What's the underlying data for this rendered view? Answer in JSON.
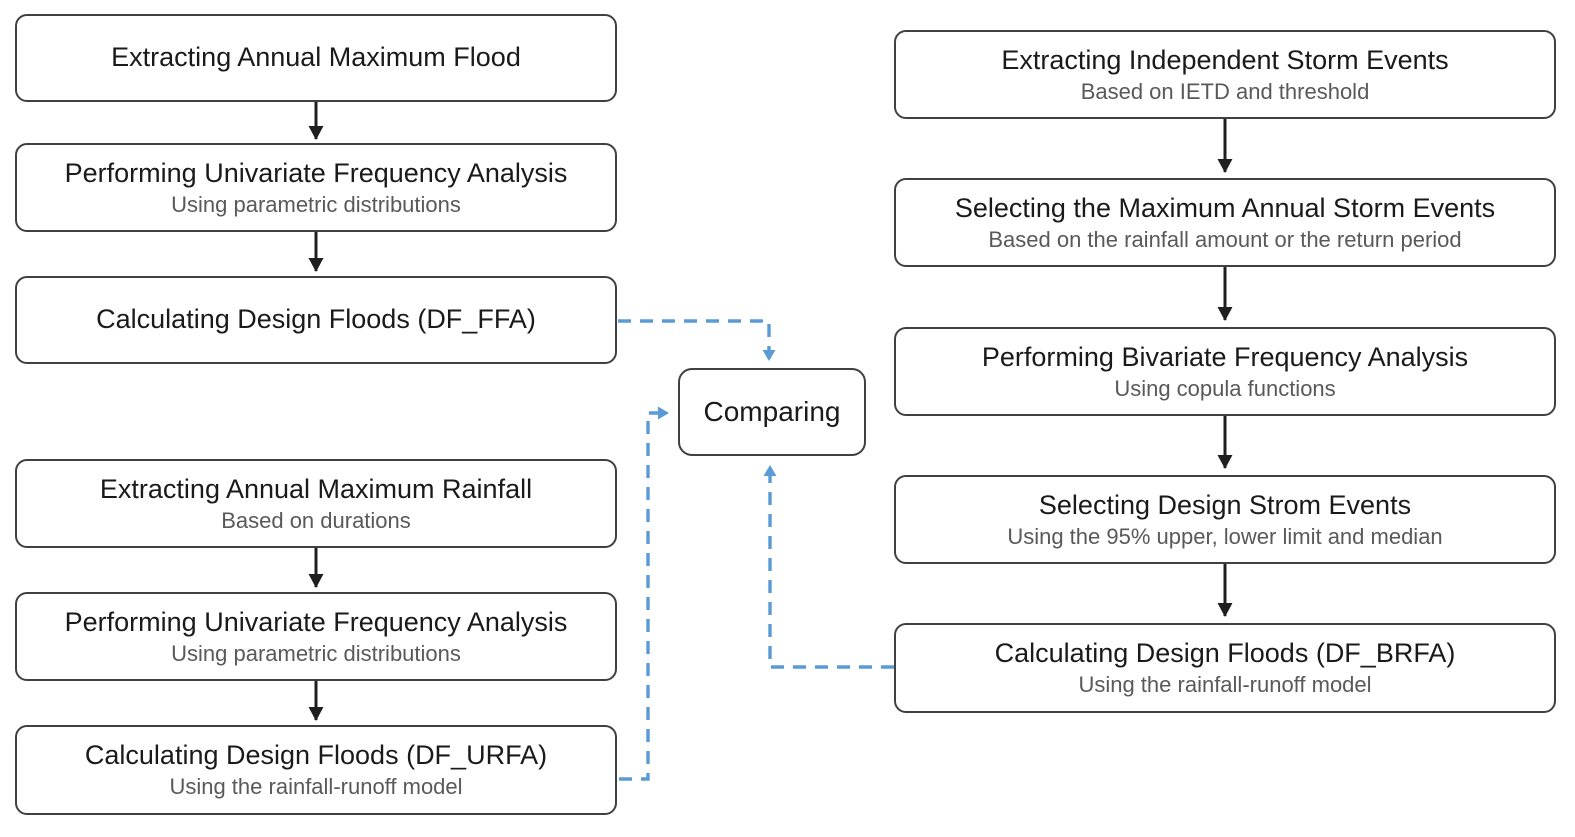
{
  "colors": {
    "connector_blue": "#5b9bd5",
    "box_border": "#404040",
    "arrow_black": "#1f1f1f",
    "title_text": "#1a1a1a",
    "subtitle_text": "#595959",
    "background": "#ffffff"
  },
  "flowchart": {
    "ffa_branch": {
      "boxes": [
        {
          "title": "Extracting Annual Maximum Flood"
        },
        {
          "title": "Performing Univariate Frequency Analysis",
          "subtitle": "Using parametric distributions"
        },
        {
          "title": "Calculating Design Floods (DF_FFA)"
        }
      ]
    },
    "urfa_branch": {
      "boxes": [
        {
          "title": "Extracting Annual Maximum Rainfall",
          "subtitle": "Based on durations"
        },
        {
          "title": "Performing Univariate Frequency Analysis",
          "subtitle": "Using parametric distributions"
        },
        {
          "title": "Calculating Design Floods (DF_URFA)",
          "subtitle": "Using the rainfall-runoff model"
        }
      ]
    },
    "brfa_branch": {
      "boxes": [
        {
          "title": "Extracting Independent Storm Events",
          "subtitle": "Based on IETD and threshold"
        },
        {
          "title": "Selecting the Maximum Annual Storm Events",
          "subtitle": "Based on the rainfall amount or the return period"
        },
        {
          "title": "Performing Bivariate Frequency Analysis",
          "subtitle": "Using copula functions"
        },
        {
          "title": "Selecting Design Strom Events",
          "subtitle": "Using the 95% upper, lower limit and median"
        },
        {
          "title": "Calculating Design Floods (DF_BRFA)",
          "subtitle": "Using the rainfall-runoff model"
        }
      ]
    },
    "comparing": {
      "label": "Comparing"
    }
  }
}
